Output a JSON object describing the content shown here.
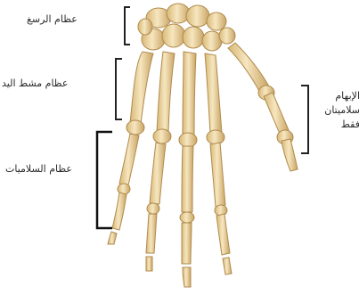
{
  "labels": {
    "carpals": "عظام الرسغ",
    "metacarpals": "عظام مشط اليد",
    "phalanges": "عظام السلاميات",
    "thumb_line1": "الإبهام",
    "thumb_line2": "سلاميتان",
    "thumb_line3": "فقط"
  },
  "colors": {
    "bone_fill": "#efd9a8",
    "bone_shadow": "#c9a86a",
    "bracket": "#1a1a1a",
    "text": "#2a2a2a"
  }
}
